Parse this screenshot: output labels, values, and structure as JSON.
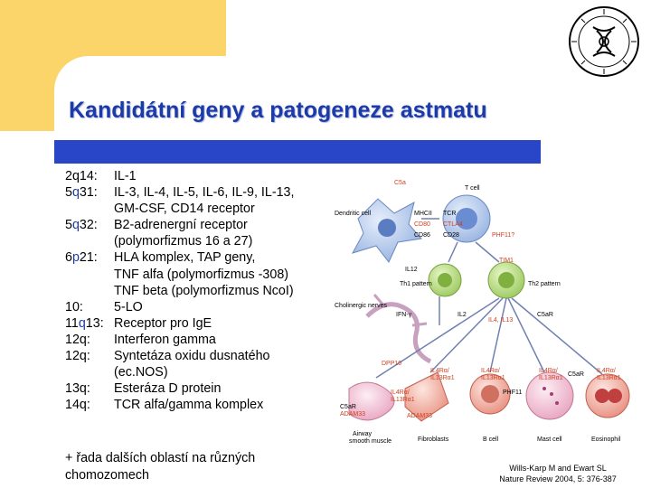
{
  "title": "Kandidátní geny a patogeneze astmatu",
  "genes": [
    {
      "loc_prefix": "2q14:",
      "loc_q": "",
      "loc_suffix": "",
      "desc": "IL-1"
    },
    {
      "loc_prefix": "5",
      "loc_q": "q",
      "loc_suffix": "31:",
      "desc": "IL-3, IL-4, IL-5, IL-6, IL-9, IL-13,"
    },
    {
      "loc_prefix": "",
      "loc_q": "",
      "loc_suffix": "",
      "desc": "GM-CSF, CD14 receptor"
    },
    {
      "loc_prefix": "5",
      "loc_q": "q",
      "loc_suffix": "32:",
      "desc": "B2-adrenergní receptor"
    },
    {
      "loc_prefix": "",
      "loc_q": "",
      "loc_suffix": "",
      "desc": "(polymorfizmus 16 a 27)"
    },
    {
      "loc_prefix": "6",
      "loc_q": "p",
      "loc_suffix": "21:",
      "desc": "HLA komplex, TAP geny,"
    },
    {
      "loc_prefix": "",
      "loc_q": "",
      "loc_suffix": "",
      "desc": "TNF alfa  (polymorfizmus -308)"
    },
    {
      "loc_prefix": "",
      "loc_q": "",
      "loc_suffix": "",
      "desc": "TNF beta (polymorfizmus NcoI)"
    },
    {
      "loc_prefix": "10:",
      "loc_q": "",
      "loc_suffix": "",
      "desc": "5-LO"
    },
    {
      "loc_prefix": "11",
      "loc_q": "q",
      "loc_suffix": "13:",
      "desc": "Receptor pro IgE"
    },
    {
      "loc_prefix": "12q:",
      "loc_q": "",
      "loc_suffix": "",
      "desc": "Interferon gamma"
    },
    {
      "loc_prefix": "12q:",
      "loc_q": "",
      "loc_suffix": "",
      "desc": "Syntetáza oxidu dusnatého"
    },
    {
      "loc_prefix": "",
      "loc_q": "",
      "loc_suffix": "",
      "desc": "(ec.NOS)"
    },
    {
      "loc_prefix": "13q:",
      "loc_q": "",
      "loc_suffix": "",
      "desc": "Esteráza D protein"
    },
    {
      "loc_prefix": "14q:",
      "loc_q": "",
      "loc_suffix": "",
      "desc": "TCR alfa/gamma komplex"
    }
  ],
  "footer": {
    "line1": "+ řada dalších oblastí na různých",
    "line2": "chomozomech"
  },
  "citation": {
    "line1": "Wills-Karp M and Ewart SL",
    "line2": "Nature Review 2004, 5: 376-387"
  },
  "diagram": {
    "c5a": "C5a",
    "tcell": "T cell",
    "dendritic": "Dendritic cell",
    "mhcii": "MHCII",
    "cd80": "CD80",
    "cd86": "CD86",
    "tcr": "TCR",
    "ctla4": "CTLA4",
    "cd28": "CD28",
    "phf11q": "PHF11?",
    "il12": "IL12",
    "tim1": "TIM1",
    "th1": "Th1 pattern",
    "th2": "Th2 pattern",
    "cholinergic": "Cholinergic nerves",
    "ifng": "IFN-γ",
    "il2": "IL2",
    "il4il13": "IL4, IL13",
    "dpp10": "DPP10",
    "il4ra_b1": "IL4Rα/",
    "il13ra1_b1": "IL13Rα1",
    "il4ra_b2": "IL4Rα/",
    "il13ra1_b2": "IL13Rα1",
    "phf11": "PHF11",
    "il4ra_m1": "IL4Rα/",
    "il13ra1_m1": "IL13Rα1",
    "c5ar": "C5aR",
    "il4ra_e": "IL4Rα/",
    "il13ra1_e": "IL13Rα1",
    "il4ra_a": "IL4Rα/",
    "il13ra1_a": "IL13Rα1",
    "c5ar_a": "C5aR",
    "adam33_a": "ADAM33",
    "adam33_f": "ADAM33",
    "airway": "Airway",
    "smooth": "smooth muscle",
    "fibro": "Fibroblasts",
    "bcell": "B cell",
    "mast": "Mast cell",
    "eos": "Eosinophil"
  },
  "colors": {
    "title": "#1c3aa8",
    "bar": "#2a46c8",
    "deco": "#fbd46a",
    "diagram_red": "#d04020"
  }
}
